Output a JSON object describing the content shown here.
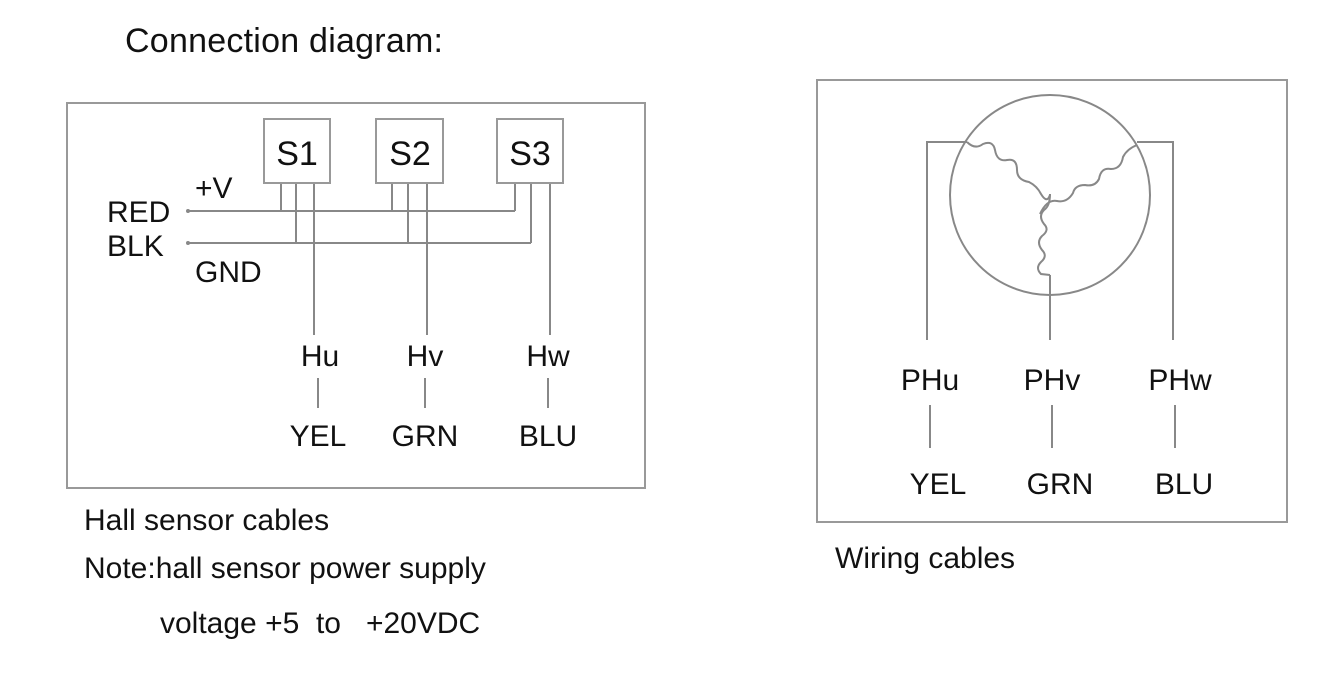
{
  "title": "Connection diagram:",
  "hall": {
    "sensors": [
      "S1",
      "S2",
      "S3"
    ],
    "power_labels": {
      "red": "RED",
      "blk": "BLK",
      "vplus": "+V",
      "gnd": "GND"
    },
    "signals": [
      "Hu",
      "Hv",
      "Hw"
    ],
    "colors": [
      "YEL",
      "GRN",
      "BLU"
    ],
    "caption": "Hall sensor cables",
    "note_line1": "Note:hall sensor power supply",
    "note_line2": "voltage +5  to   +20VDC"
  },
  "wiring": {
    "phases": [
      "PHu",
      "PHv",
      "PHw"
    ],
    "colors": [
      "YEL",
      "GRN",
      "BLU"
    ],
    "caption": "Wiring cables"
  }
}
